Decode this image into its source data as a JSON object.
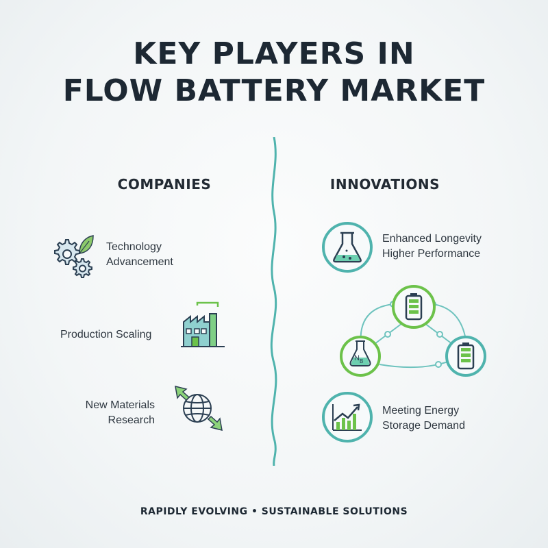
{
  "title": {
    "line1": "KEY PLAYERS IN",
    "line2": "FLOW BATTERY MARKET"
  },
  "companies": {
    "heading": "COMPANIES",
    "items": [
      {
        "line1": "Technology",
        "line2": "Advancement",
        "icon": "gears-leaf-icon"
      },
      {
        "line1": "Production Scaling",
        "icon": "factory-icon"
      },
      {
        "line1": "New Materials",
        "line2": "Research",
        "icon": "globe-arrows-icon"
      }
    ]
  },
  "innovations": {
    "heading": "INNOVATIONS",
    "items": [
      {
        "line1": "Enhanced Longevity",
        "line2": "Higher Performance",
        "icon": "flask-icon"
      },
      {
        "line1": "Meeting Energy",
        "line2": "Storage Demand",
        "icon": "growth-chart-icon"
      }
    ],
    "network": {
      "node_label_main": "N",
      "node_label_sub": "B"
    }
  },
  "footer": "RAPIDLY EVOLVING • SUSTAINABLE SOLUTIONS",
  "colors": {
    "teal": "#4fb3ad",
    "green": "#6cc24a",
    "dark": "#1d2833"
  }
}
